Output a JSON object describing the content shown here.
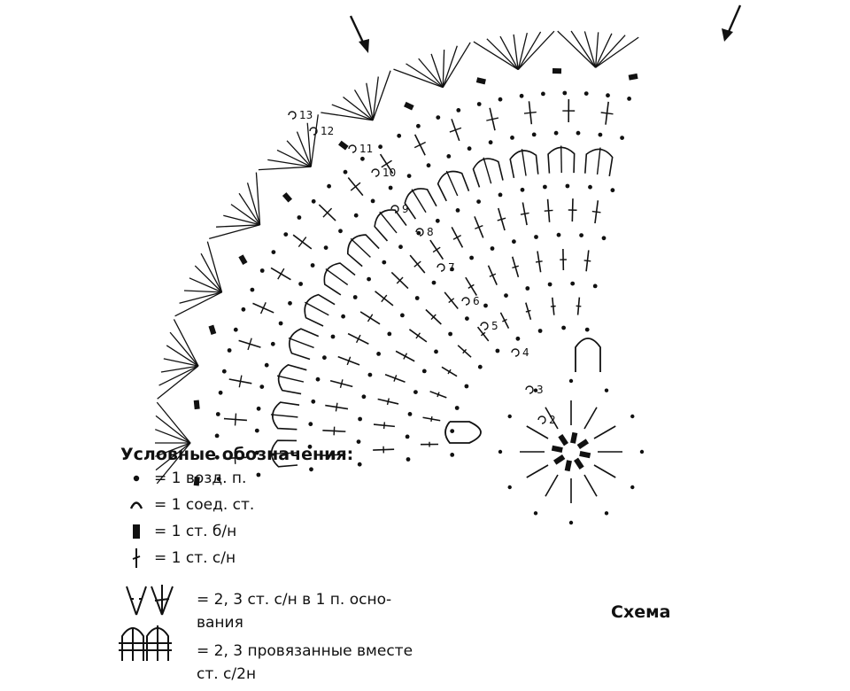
{
  "legend": {
    "title": "Условные обозначения:",
    "items": [
      {
        "icon": "dot-icon",
        "label": "= 1 возд. п."
      },
      {
        "icon": "arc-icon",
        "label": "= 1 соед. ст."
      },
      {
        "icon": "rect-icon",
        "label": "= 1 ст. б/н"
      },
      {
        "icon": "stitch-icon",
        "label": "= 1 ст. с/н"
      }
    ],
    "increase_text_1": "= 2, 3 ст. с/н в 1 п. осно-",
    "increase_text_2": "вания",
    "decrease_text_1": "= 2, 3 провязанные вместе",
    "decrease_text_2": "ст. с/2н"
  },
  "caption": "Схема",
  "round_labels": [
    "2",
    "3",
    "4",
    "5",
    "6",
    "7",
    "8",
    "9",
    "10",
    "11",
    "12",
    "13"
  ],
  "colors": {
    "ink": "#111111",
    "background": "#ffffff"
  }
}
